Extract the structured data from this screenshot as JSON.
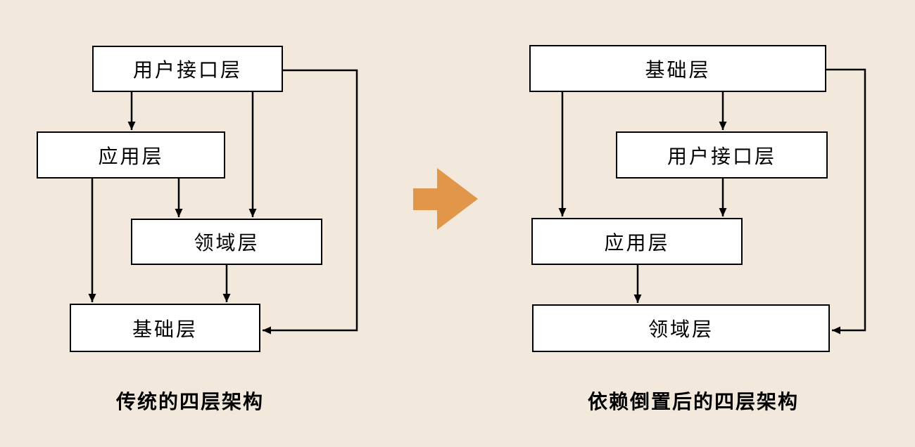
{
  "colors": {
    "background": "#F2E8DC",
    "box_fill": "#FFFFFF",
    "line": "#000000",
    "arrow_accent": "#E2964A"
  },
  "left_diagram": {
    "caption": "传统的四层架构",
    "boxes": [
      {
        "label": "用户接口层"
      },
      {
        "label": "应用层"
      },
      {
        "label": "领域层"
      },
      {
        "label": "基础层"
      }
    ]
  },
  "right_diagram": {
    "caption": "依赖倒置后的四层架构",
    "boxes": [
      {
        "label": "基础层"
      },
      {
        "label": "用户接口层"
      },
      {
        "label": "应用层"
      },
      {
        "label": "领域层"
      }
    ]
  },
  "transform_arrow": {
    "icon": "right-arrow"
  }
}
